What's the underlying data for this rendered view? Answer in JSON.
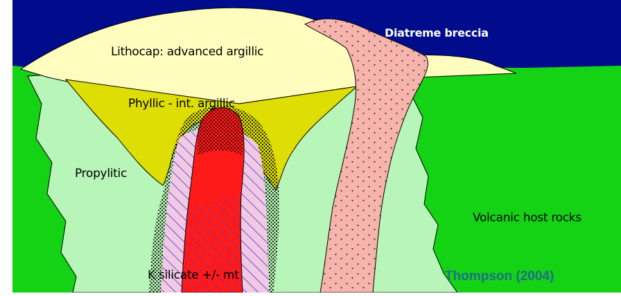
{
  "labels": {
    "diatreme": "Diatreme breccia",
    "lithocap": "Lithocap: advanced argillic",
    "phyllic": "Phyllic - int. argillic",
    "propylitic": "Propylitic",
    "host": "Volcanic host rocks",
    "potassic": "K silicate +/- mt",
    "credit": "Thompson (2004)"
  },
  "colors": {
    "sky": "#000c8c",
    "lithocap": "#fefdbd",
    "phyllic": "#dede05",
    "propylitic": "#b8f5b8",
    "host": "#14d214",
    "breccia": "#f6b4ac",
    "porphyry": "#ff1a1a",
    "potassic": "#f2c8e2",
    "hatch": "#3a3adc",
    "credit": "#1f6f86"
  }
}
